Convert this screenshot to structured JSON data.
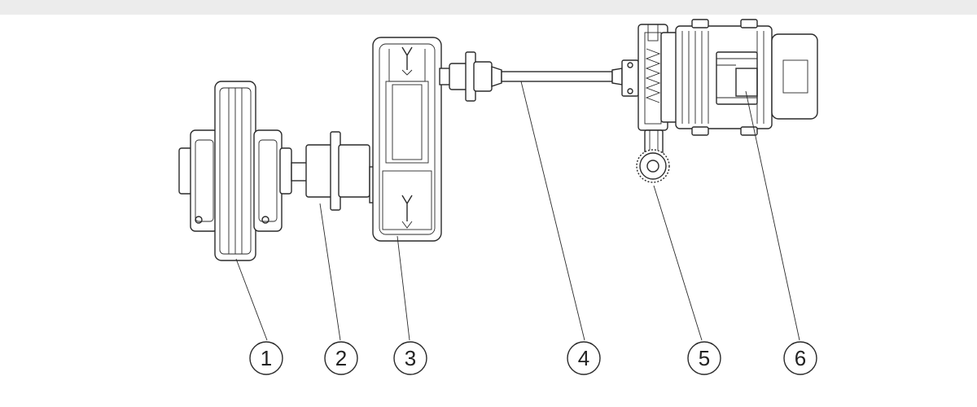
{
  "diagram": {
    "type": "mechanical assembly drawing",
    "callouts": [
      {
        "id": "1",
        "label": "1"
      },
      {
        "id": "2",
        "label": "2"
      },
      {
        "id": "3",
        "label": "3"
      },
      {
        "id": "4",
        "label": "4"
      },
      {
        "id": "5",
        "label": "5"
      },
      {
        "id": "6",
        "label": "6"
      }
    ]
  },
  "colors": {
    "line": "#2a2a2a",
    "background": "#ffffff",
    "scan_band": "#e8e8e8"
  }
}
